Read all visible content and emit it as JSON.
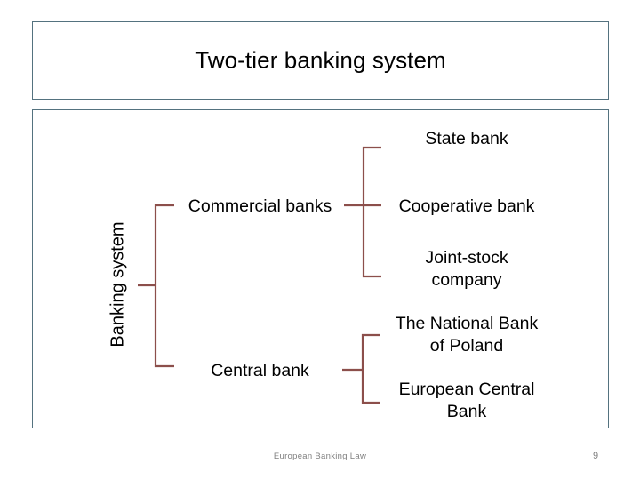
{
  "slide": {
    "title": "Two-tier banking system",
    "footer": "European Banking Law",
    "page_number": "9",
    "colors": {
      "box_border": "#54727f",
      "connector": "#8c4f4b",
      "text": "#000000",
      "footer_text": "#808080",
      "background": "#ffffff"
    }
  },
  "diagram": {
    "root_label": "Banking system",
    "level1": [
      {
        "label": "Commercial banks"
      },
      {
        "label": "Central bank"
      }
    ],
    "commercial_children": [
      {
        "label": "State bank"
      },
      {
        "label": "Cooperative bank"
      },
      {
        "label": "Joint-stock company",
        "line1": "Joint-stock",
        "line2": "company"
      }
    ],
    "central_children": [
      {
        "label": "The National Bank of Poland",
        "line1": "The National Bank",
        "line2": "of Poland"
      },
      {
        "label": "European Central Bank",
        "line1": "European Central",
        "line2": "Bank"
      }
    ]
  }
}
